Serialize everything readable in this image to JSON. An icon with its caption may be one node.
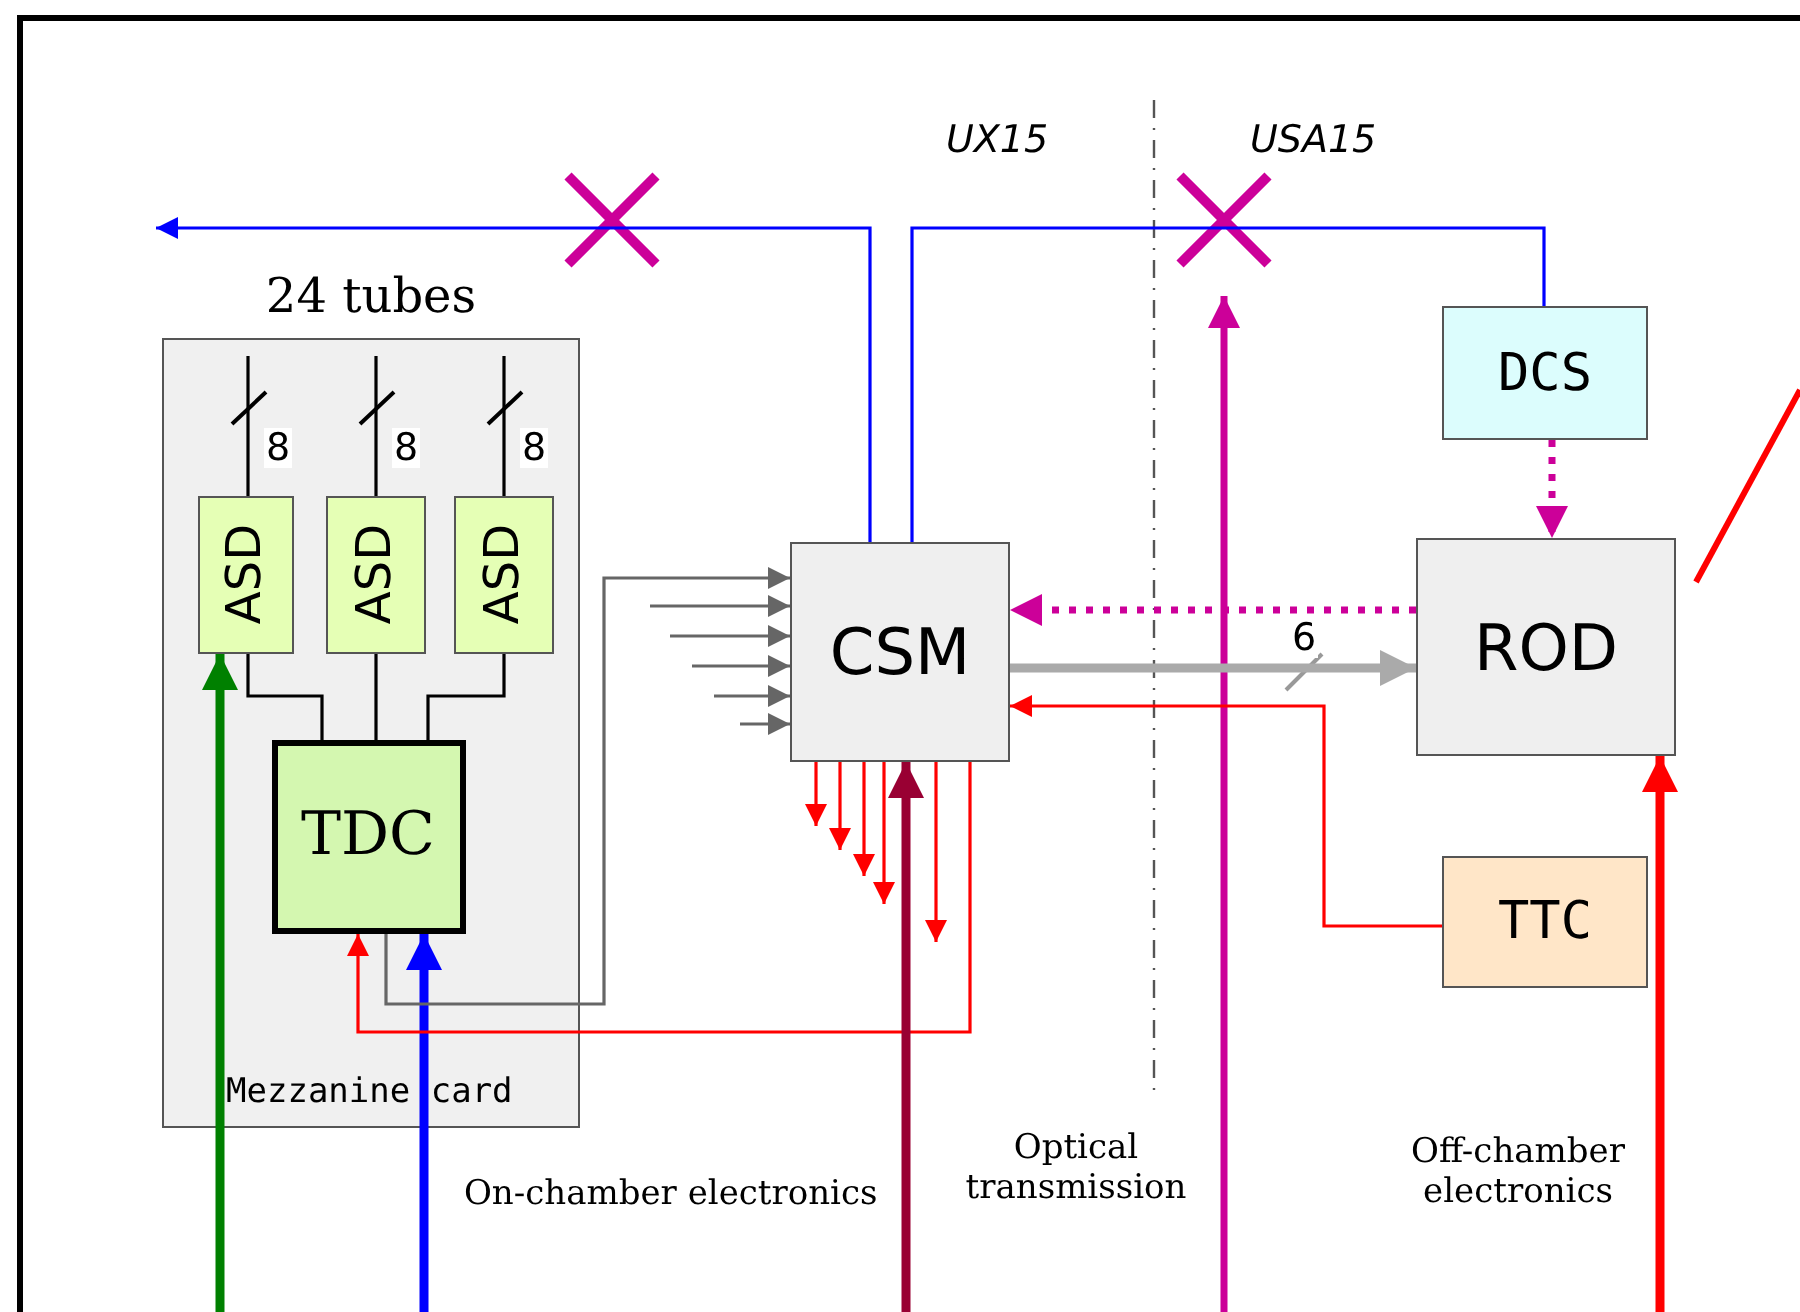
{
  "diagram": {
    "nodes": [
      {
        "text": [
          "24 tubes",
          "Mezzanine card"
        ]
      },
      {
        "text": [
          "ASD"
        ],
        "in": 0
      },
      {
        "text": [
          "ASD"
        ],
        "in": 0
      },
      {
        "text": [
          "ASD"
        ],
        "in": 0
      },
      {
        "text": [
          "TDC"
        ],
        "in": 0
      },
      {
        "text": [
          "CSM"
        ]
      },
      {
        "text": [
          "DCS"
        ]
      },
      {
        "text": [
          "ROD"
        ]
      },
      {
        "text": [
          "TTC"
        ]
      }
    ],
    "edges": [
      {
        "from": null,
        "to": 1,
        "arrow": "none",
        "label": "8",
        "color": "#000000"
      },
      {
        "from": null,
        "to": 2,
        "arrow": "none",
        "label": "8",
        "color": "#000000"
      },
      {
        "from": null,
        "to": 3,
        "arrow": "none",
        "label": "8",
        "color": "#000000"
      },
      {
        "from": 1,
        "to": 4,
        "arrow": "none",
        "color": "#000000"
      },
      {
        "from": 2,
        "to": 4,
        "arrow": "none",
        "color": "#000000"
      },
      {
        "from": 3,
        "to": 4,
        "arrow": "none",
        "color": "#000000"
      },
      {
        "from": null,
        "to": 1,
        "arrow": "to",
        "style": "thick",
        "color": "#008000"
      },
      {
        "from": null,
        "to": 4,
        "arrow": "to",
        "style": "thick",
        "color": "#0000ff"
      },
      {
        "from": 4,
        "to": 5,
        "arrow": "to",
        "color": "#666666"
      },
      {
        "from": null,
        "to": 5,
        "arrow": "to",
        "color": "#666666"
      },
      {
        "from": null,
        "to": 5,
        "arrow": "to",
        "color": "#666666"
      },
      {
        "from": null,
        "to": 5,
        "arrow": "to",
        "color": "#666666"
      },
      {
        "from": null,
        "to": 5,
        "arrow": "to",
        "color": "#666666"
      },
      {
        "from": null,
        "to": 5,
        "arrow": "to",
        "color": "#666666"
      },
      {
        "from": 5,
        "to": 4,
        "arrow": "to",
        "color": "#ff0000"
      },
      {
        "from": 5,
        "to": null,
        "arrow": "to",
        "color": "#ff0000"
      },
      {
        "from": 5,
        "to": null,
        "arrow": "to",
        "color": "#ff0000"
      },
      {
        "from": 5,
        "to": null,
        "arrow": "to",
        "color": "#ff0000"
      },
      {
        "from": 5,
        "to": null,
        "arrow": "to",
        "color": "#ff0000"
      },
      {
        "from": 5,
        "to": null,
        "arrow": "to",
        "color": "#ff0000"
      },
      {
        "from": null,
        "to": 5,
        "arrow": "to",
        "style": "thick",
        "color": "#990033"
      },
      {
        "from": 5,
        "to": null,
        "arrow": "to",
        "color": "#0000ff"
      },
      {
        "from": 5,
        "to": 6,
        "arrow": "none",
        "color": "#0000ff"
      },
      {
        "from": 6,
        "to": 7,
        "arrow": "to",
        "style": "dashed",
        "color": "#cc0099"
      },
      {
        "from": 7,
        "to": 5,
        "arrow": "to",
        "style": "dashed",
        "color": "#cc0099"
      },
      {
        "from": 5,
        "to": 7,
        "arrow": "to",
        "label": "6",
        "style": "thick",
        "color": "#aaaaaa"
      },
      {
        "from": 8,
        "to": 5,
        "arrow": "to",
        "color": "#ff0000"
      },
      {
        "from": null,
        "to": 7,
        "arrow": "to",
        "style": "thick",
        "color": "#ff0000"
      }
    ],
    "labels": [
      "UX15",
      "USA15",
      "On-chamber electronics",
      "Optical transmission",
      "Off-chamber electronics"
    ]
  }
}
